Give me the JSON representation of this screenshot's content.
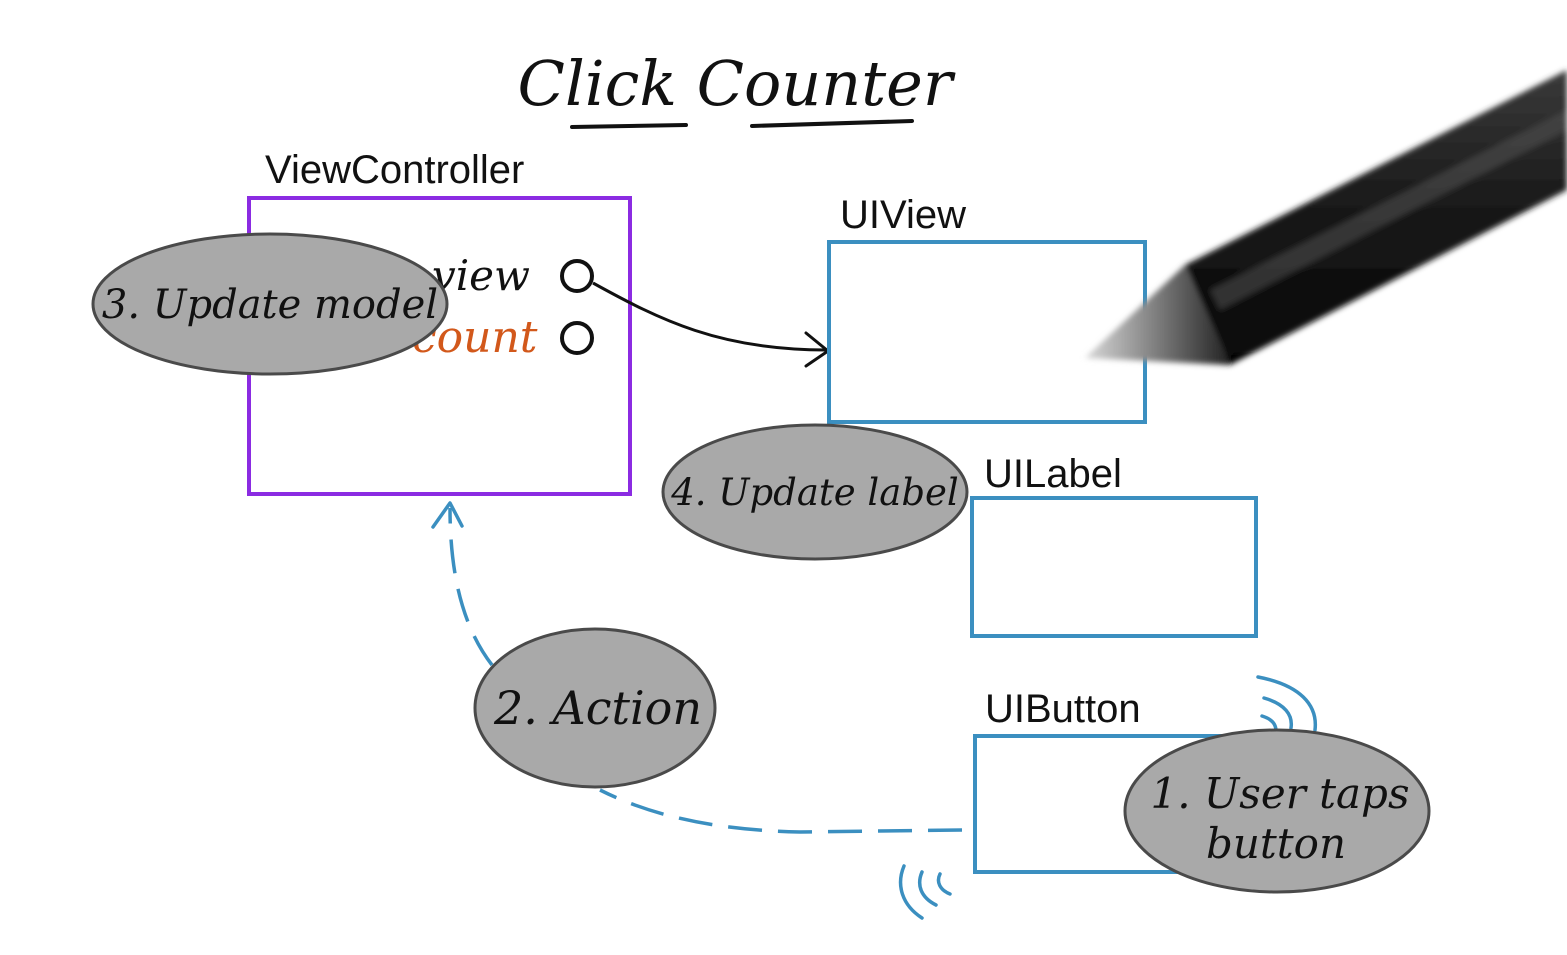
{
  "title": "Click Counter",
  "colors": {
    "viewcontroller_border": "#8B2BE2",
    "view_border": "#3B8FC0",
    "ellipse_fill": "#A9A9A9",
    "ellipse_stroke": "#4a4a4a",
    "count_text": "#D2581B",
    "ink": "#111111"
  },
  "boxes": {
    "viewcontroller": {
      "label": "ViewController"
    },
    "uiview": {
      "label": "UIView"
    },
    "uilabel": {
      "label": "UILabel"
    },
    "uibutton": {
      "label": "UIButton"
    }
  },
  "outlets": {
    "view": "view",
    "count": "count"
  },
  "steps": {
    "step1_line1": "1. User taps",
    "step1_line2": "button",
    "step2": "2. Action",
    "step3": "3. Update model",
    "step4": "4. Update label"
  },
  "icons": {
    "pen": "stylus-pen-icon",
    "tap": "tap-waves-icon"
  }
}
